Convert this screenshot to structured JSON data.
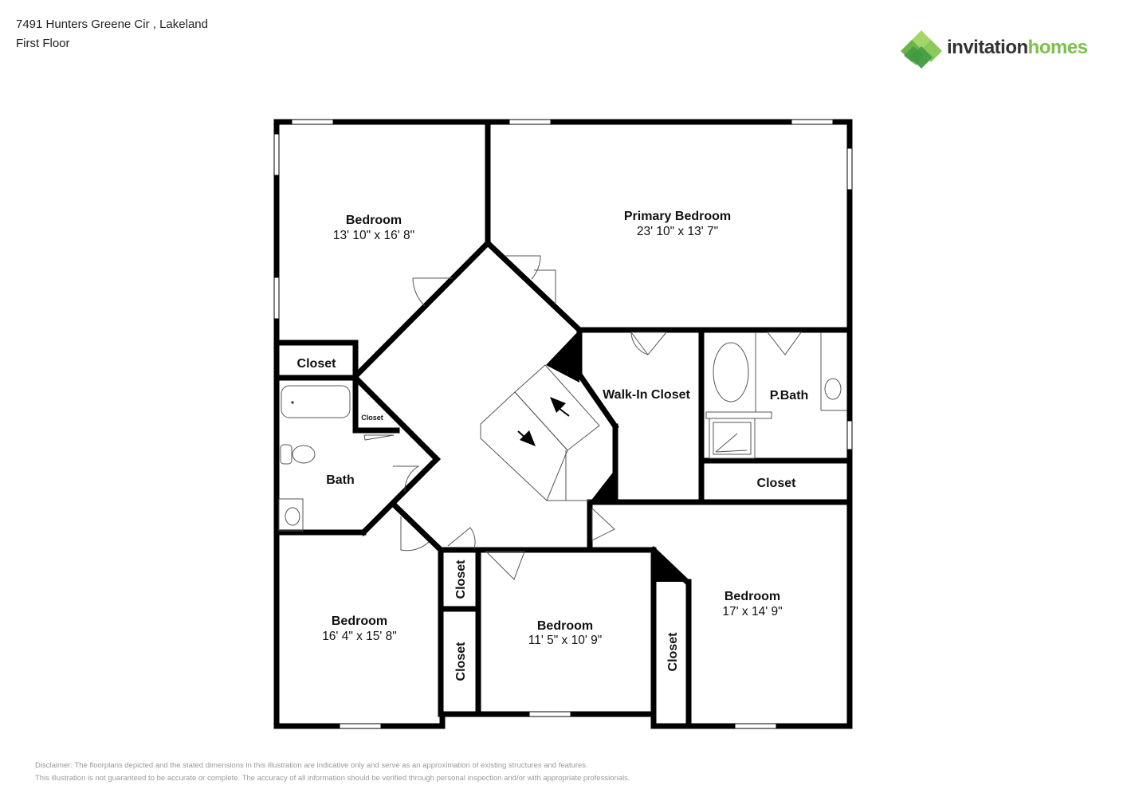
{
  "header": {
    "address": "7491 Hunters Greene Cir , Lakeland",
    "floor": "First Floor"
  },
  "brand": {
    "name_part1": "invitation",
    "name_part2": "homes",
    "colors": {
      "dark_text": "#333333",
      "green": "#7cc04b",
      "green_dark": "#3d9a3f",
      "green_light": "#a6d66b"
    }
  },
  "rooms": [
    {
      "id": "bedroom-nw",
      "name": "Bedroom",
      "dims": "13' 10\" x 16' 8\""
    },
    {
      "id": "primary-bedroom",
      "name": "Primary Bedroom",
      "dims": "23' 10\" x 13' 7\""
    },
    {
      "id": "closet-nw",
      "name": "Closet"
    },
    {
      "id": "closet-bath-small",
      "name": "Closet"
    },
    {
      "id": "bath",
      "name": "Bath"
    },
    {
      "id": "walk-in-closet",
      "name": "Walk-In Closet"
    },
    {
      "id": "p-bath",
      "name": "P.Bath"
    },
    {
      "id": "closet-primary",
      "name": "Closet"
    },
    {
      "id": "closet-vertical-1",
      "name": "Closet"
    },
    {
      "id": "closet-vertical-2",
      "name": "Closet"
    },
    {
      "id": "bedroom-sw",
      "name": "Bedroom",
      "dims": "16' 4\" x 15' 8\""
    },
    {
      "id": "bedroom-s",
      "name": "Bedroom",
      "dims": "11' 5\" x 10' 9\""
    },
    {
      "id": "closet-vertical-3",
      "name": "Closet"
    },
    {
      "id": "bedroom-se",
      "name": "Bedroom",
      "dims": "17' x 14' 9\""
    }
  ],
  "disclaimer": {
    "line1": "Disclaimer: The floorplans depicted and the stated dimensions in this illustration are indicative only and serve as an approximation of existing structures and features.",
    "line2": "This illustration is not guaranteed to be accurate or complete. The accuracy of all information should be verified through personal inspection and/or with appropriate professionals."
  }
}
